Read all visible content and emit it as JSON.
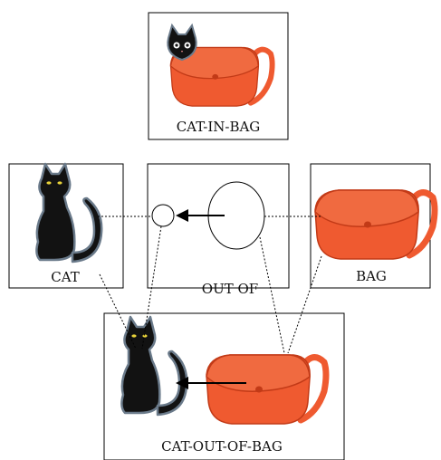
{
  "labels": {
    "cat_in_bag": "CAT-IN-BAG",
    "cat": "CAT",
    "out_of": "OUT OF",
    "bag": "BAG",
    "cat_out_of_bag": "CAT-OUT-OF-BAG"
  },
  "colors": {
    "bag": "#ef5a30",
    "bag_dark": "#c23a17",
    "cat": "#121212",
    "cat_outline": "#6a7a8a",
    "eyes": "#e8d23a"
  }
}
